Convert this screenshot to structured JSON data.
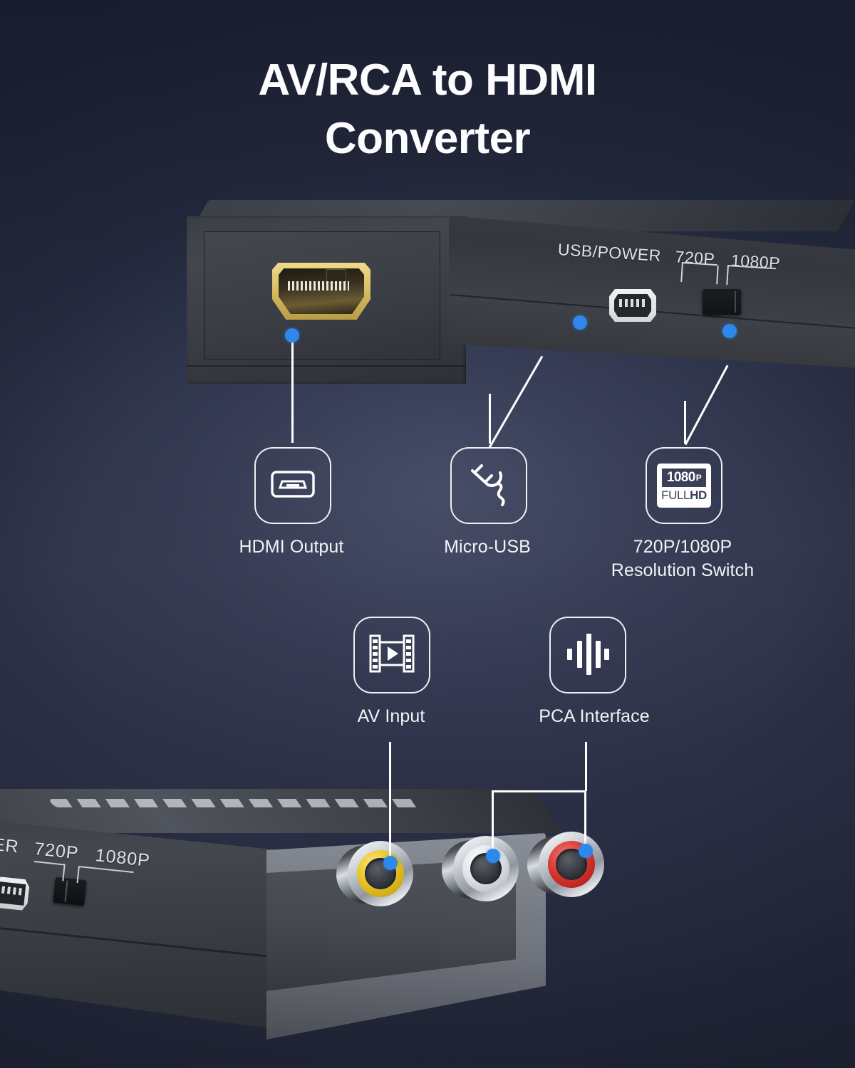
{
  "title": {
    "line1": "AV/RCA to HDMI",
    "line2": "Converter"
  },
  "colors": {
    "background_top": "#21263a",
    "background_mid": "#2f3449",
    "background_bottom": "#232839",
    "callout_dot": "#2e87e9",
    "callout_line": "#ffffff",
    "badge_border": "#ffffff",
    "label_text": "#f2f3f7",
    "rca_video": "#e8c425",
    "rca_audio_left": "#e2e5e9",
    "rca_audio_right": "#d8342c",
    "hdmi_gold": "#d8bc63"
  },
  "device_top": {
    "silkscreen": {
      "usb_power": "USB/POWER",
      "res_720": "720P",
      "res_1080": "1080P"
    }
  },
  "device_bottom": {
    "silkscreen": {
      "usb_power": "ER",
      "res_720": "720P",
      "res_1080": "1080P"
    }
  },
  "features": [
    {
      "id": "hdmi-output",
      "label": "HDMI Output",
      "icon": "hdmi-port-icon"
    },
    {
      "id": "micro-usb",
      "label": "Micro-USB",
      "icon": "power-plug-icon"
    },
    {
      "id": "resolution-switch",
      "label": "720P/1080P\nResolution Switch",
      "icon": "full-hd-icon",
      "icon_text": {
        "resolution": "1080",
        "p": "P",
        "full": "FULL",
        "hd": "HD"
      }
    },
    {
      "id": "av-input",
      "label": "AV Input",
      "icon": "film-strip-play-icon"
    },
    {
      "id": "pca-interface",
      "label": "PCA Interface",
      "icon": "audio-waveform-icon"
    }
  ]
}
